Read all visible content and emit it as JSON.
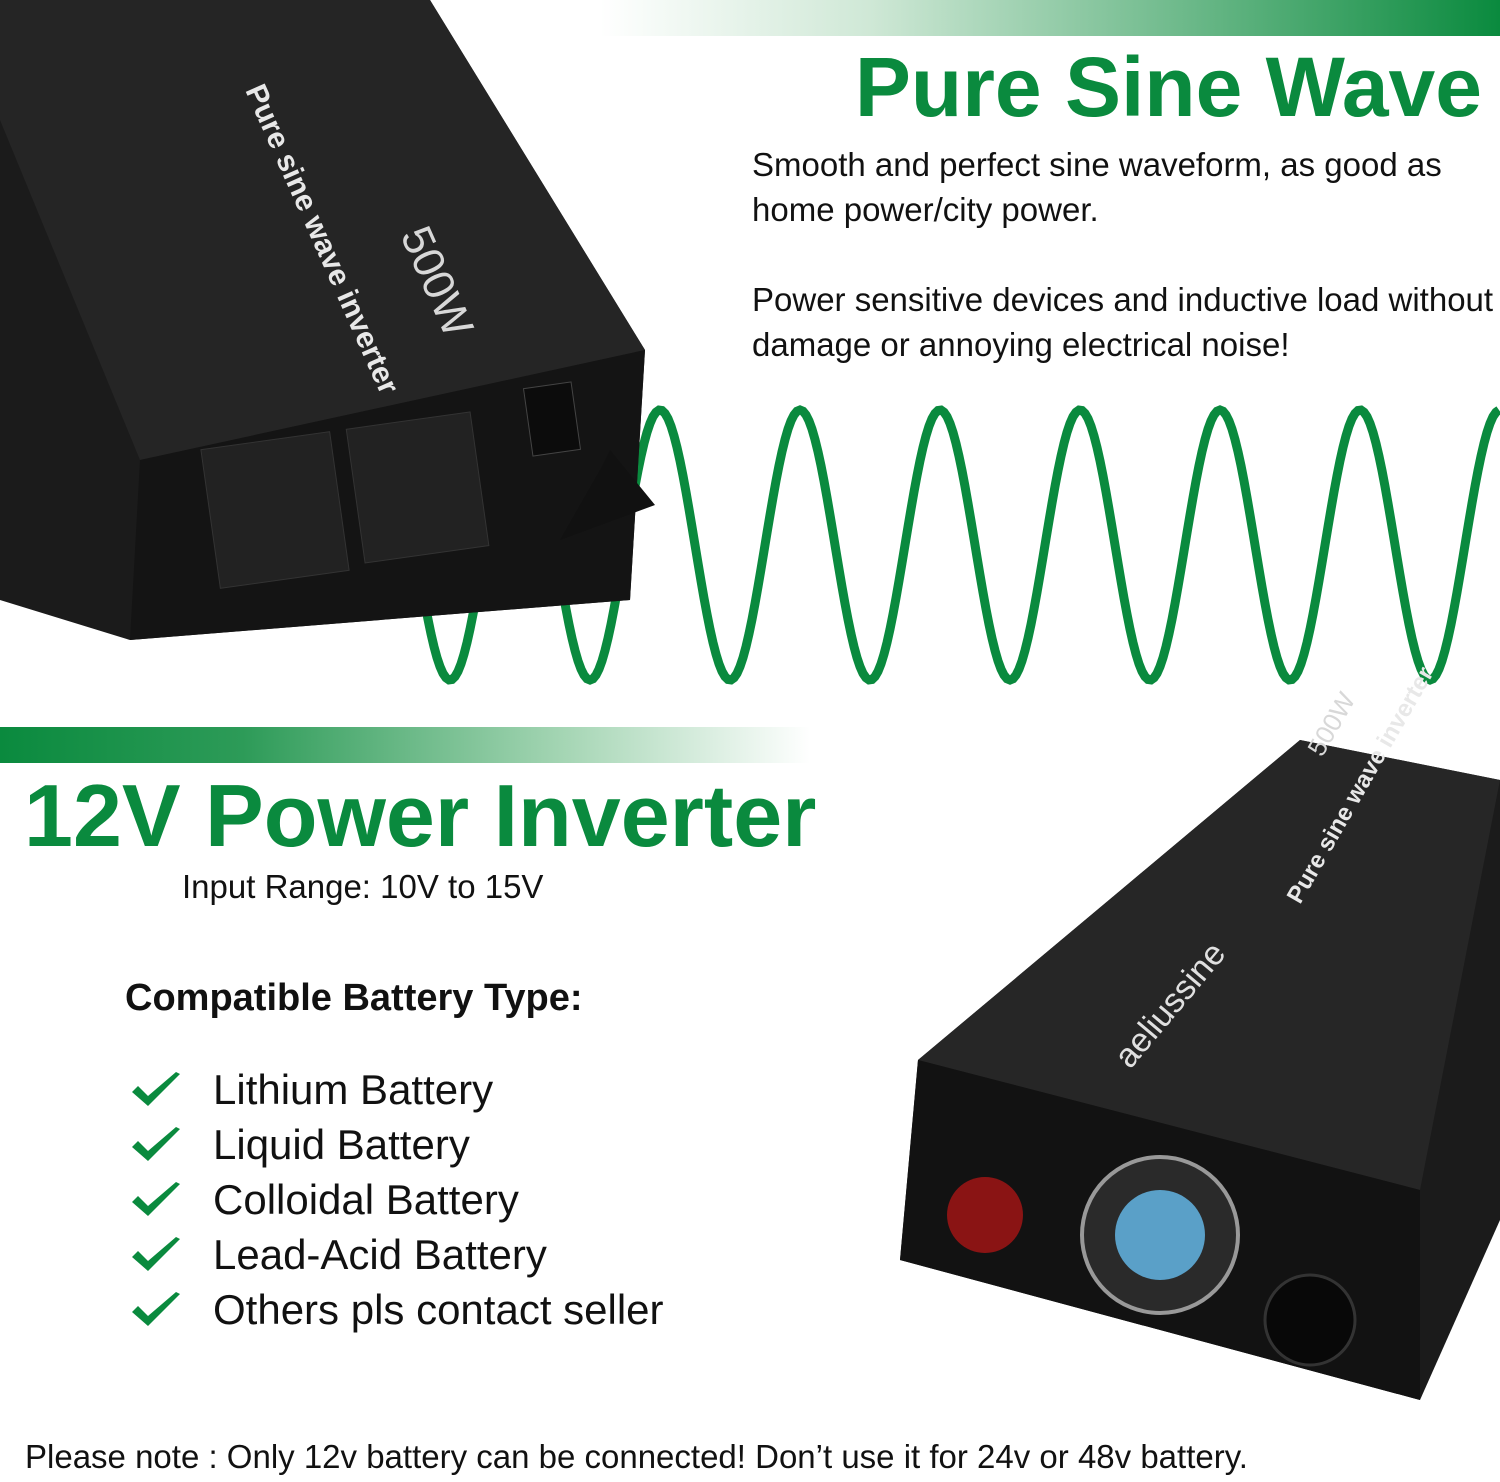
{
  "colors": {
    "accent": "#0a8a3e",
    "device": "#1a1a1a"
  },
  "top_section": {
    "title": "Pure Sine Wave",
    "paragraph1": "Smooth and perfect sine waveform, as good as home power/city power.",
    "paragraph2": "Power sensitive devices and inductive load without damage or annoying electrical noise!"
  },
  "bottom_section": {
    "title": "12V Power Inverter",
    "input_range": "Input Range: 10V to 15V",
    "compatible_heading": "Compatible Battery Type:",
    "batteries": [
      {
        "label": "Lithium Battery",
        "icon": "check-icon"
      },
      {
        "label": "Liquid Battery",
        "icon": "check-icon"
      },
      {
        "label": "Colloidal Battery",
        "icon": "check-icon"
      },
      {
        "label": "Lead-Acid Battery",
        "icon": "check-icon"
      },
      {
        "label": "Others pls contact seller",
        "icon": "check-icon"
      }
    ]
  },
  "note": "Please note : Only 12v battery can be connected! Don’t use it for 24v or 48v battery.",
  "product_lettering": {
    "power": "500W",
    "model": "Pure sine wave inverter",
    "brand": "aeliussine"
  }
}
